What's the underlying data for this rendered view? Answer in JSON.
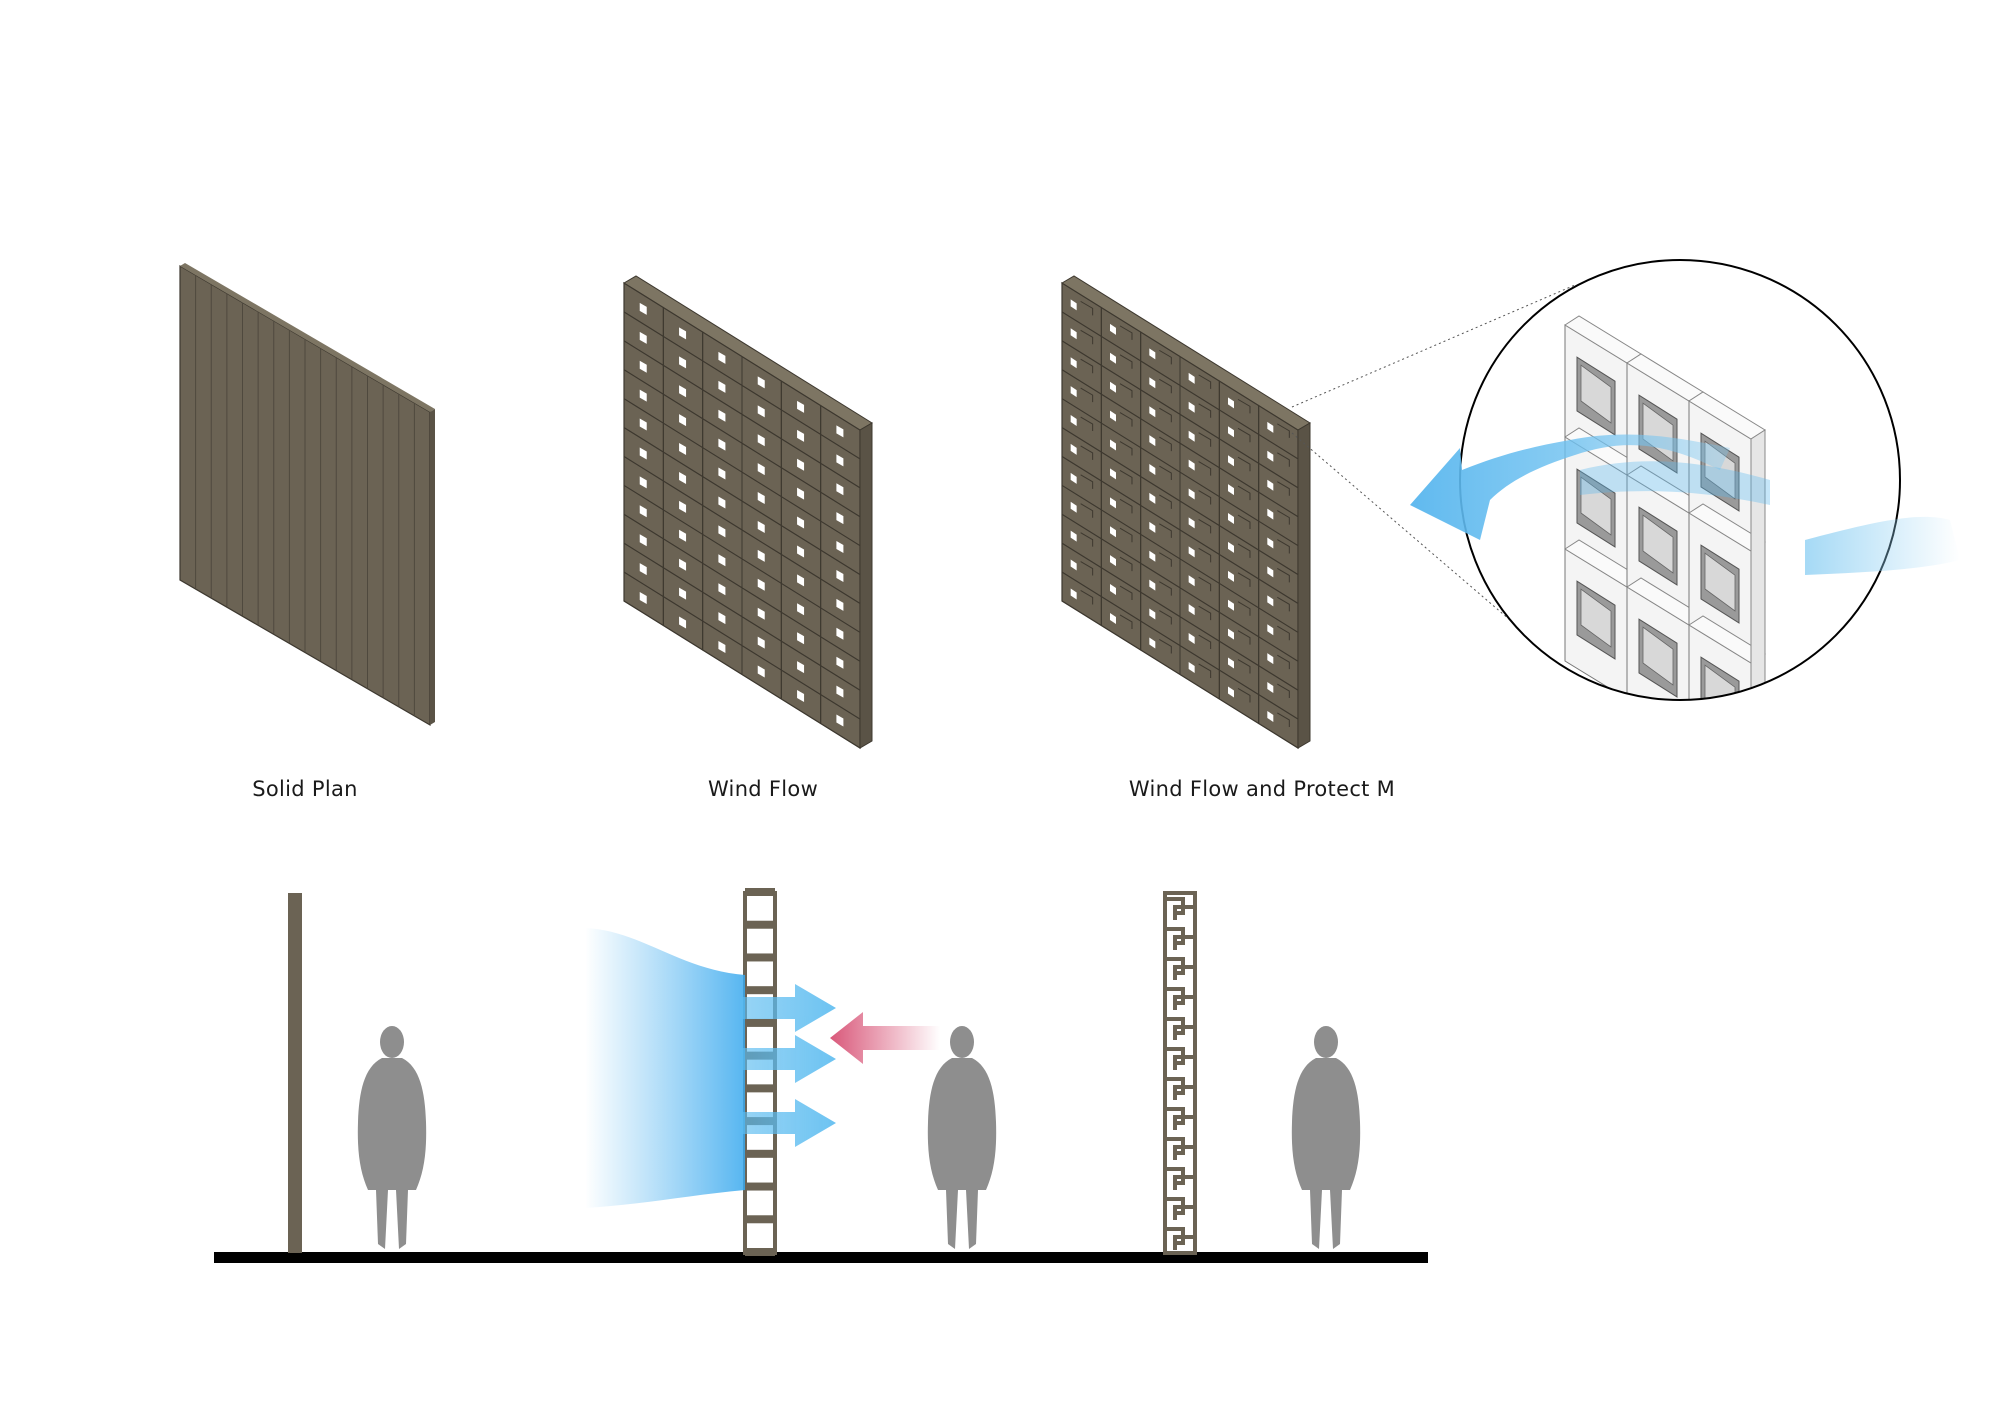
{
  "captions": {
    "solid": "Solid Plan",
    "wind": "Wind Flow",
    "protect": "Wind Flow and Protect M"
  },
  "colors": {
    "wall": "#6b6354",
    "wall_side": "#5a5346",
    "wall_top": "#7d7563",
    "person": "#8e8e8e",
    "ground": "#000000",
    "wind_blue": "#39a9ee",
    "counter_pink": "#d9587a",
    "block_light": "#f2f2f2"
  }
}
